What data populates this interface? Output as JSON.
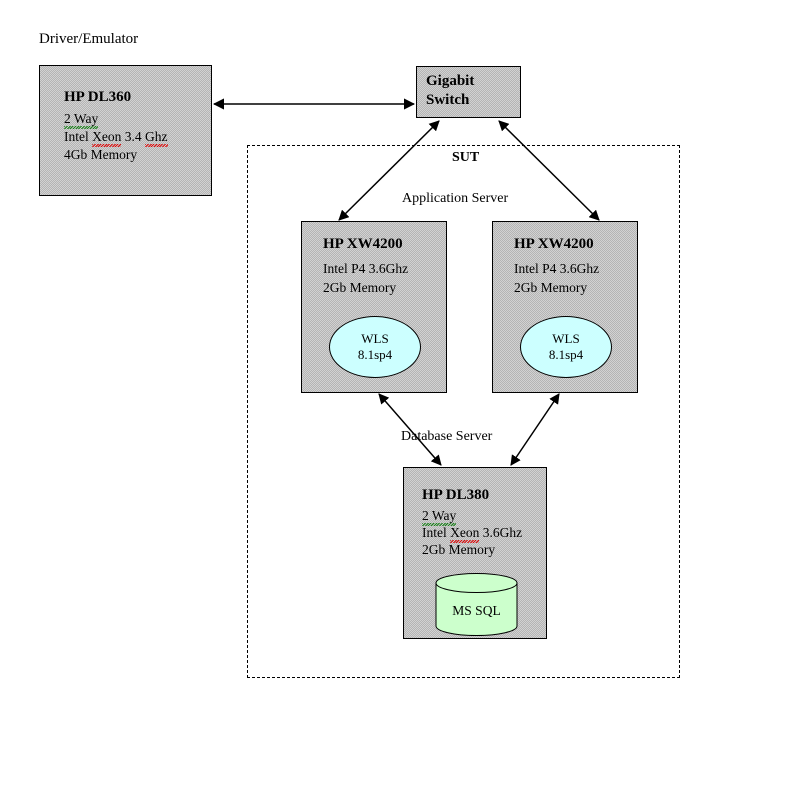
{
  "diagram": {
    "title_label": "Driver/Emulator",
    "sut_label": "SUT",
    "app_server_label": "Application Server",
    "db_server_label": "Database Server",
    "colors": {
      "box_fill": "#d2d2d2",
      "wls_fill": "#ccffff",
      "db_fill": "#ccffcc",
      "stroke": "#000000"
    }
  },
  "driver": {
    "title": "HP DL360",
    "spec_ways": "2 Way",
    "spec_cpu_prefix": "Intel ",
    "spec_cpu_vendor": "Xeon",
    "spec_cpu_speed": " 3.4 ",
    "spec_cpu_unit": "Ghz",
    "spec_memory": "4Gb Memory"
  },
  "switch": {
    "line1": "Gigabit",
    "line2": "Switch"
  },
  "app_servers": [
    {
      "title": "HP XW4200",
      "spec_cpu": "Intel P4 3.6Ghz",
      "spec_memory": "2Gb Memory",
      "software_name": "WLS",
      "software_version": "8.1sp4"
    },
    {
      "title": "HP XW4200",
      "spec_cpu": "Intel P4 3.6Ghz",
      "spec_memory": "2Gb Memory",
      "software_name": "WLS",
      "software_version": "8.1sp4"
    }
  ],
  "db_server": {
    "title": "HP DL380",
    "spec_ways": "2 Way",
    "spec_cpu_prefix": "Intel ",
    "spec_cpu_vendor": "Xeon",
    "spec_cpu_speed": " 3.6Ghz",
    "spec_memory": "2Gb Memory",
    "database_label": "MS SQL"
  }
}
